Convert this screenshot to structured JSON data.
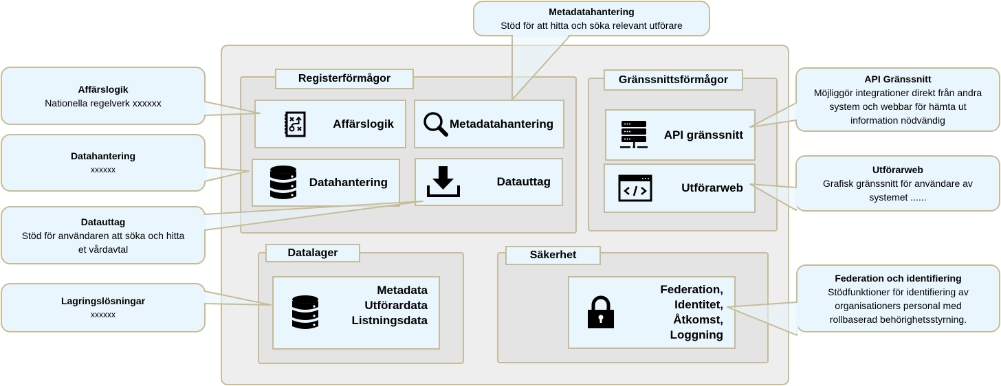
{
  "palette": {
    "border": "#c6bc97",
    "card_fill": "#eaf6fd",
    "outer_fill": "#eeeeee",
    "group_fill": "#e4e4e4",
    "icon": "#000000"
  },
  "groups": {
    "register": {
      "title": "Registerförmågor",
      "cards": {
        "affarslogik": {
          "label": "Affärslogik",
          "icon": "strategy-board-icon"
        },
        "metadatahantering": {
          "label": "Metadatahantering",
          "icon": "magnifier-icon"
        },
        "datahantering": {
          "label": "Datahantering",
          "icon": "database-icon"
        },
        "datauttag": {
          "label": "Datauttag",
          "icon": "download-icon"
        }
      }
    },
    "granssnitt": {
      "title": "Gränssnittsförmågor",
      "cards": {
        "api": {
          "label": "API  gränssnitt",
          "icon": "server-network-icon"
        },
        "utforarweb": {
          "label": "Utförarweb",
          "icon": "code-window-icon"
        }
      }
    },
    "datalager": {
      "title": "Datalager",
      "card": {
        "lines": [
          "Metadata",
          "Utförardata",
          "Listningsdata"
        ],
        "icon": "database-icon"
      }
    },
    "sakerhet": {
      "title": "Säkerhet",
      "card": {
        "lines": [
          "Federation,",
          "Identitet,",
          "Åtkomst,",
          "Loggning"
        ],
        "icon": "padlock-icon"
      }
    }
  },
  "callouts": {
    "metadatahantering": {
      "title": "Metadatahantering",
      "text": "Stöd för att hitta och söka relevant utförare"
    },
    "affarslogik": {
      "title": "Affärslogik",
      "text": "Nationella regelverk xxxxxx"
    },
    "datahantering": {
      "title": "Datahantering",
      "text": "xxxxxx"
    },
    "datauttag": {
      "title": "Datauttag",
      "text": "Stöd för användaren att söka och hitta et vårdavtal"
    },
    "lagring": {
      "title": "Lagringslösningar",
      "text": "xxxxxx"
    },
    "api": {
      "title": "API Gränssnitt",
      "text": "Möjliggör integrationer direkt från andra system och webbar för hämta ut information nödvändig"
    },
    "utforarweb": {
      "title": "Utförarweb",
      "text": "Grafisk gränssnitt för användare av systemet ......"
    },
    "federation": {
      "title": "Federation och identifiering",
      "text": "Stödfunktioner för identifiering av organisationers personal med rollbaserad behörighetsstyrning."
    }
  }
}
